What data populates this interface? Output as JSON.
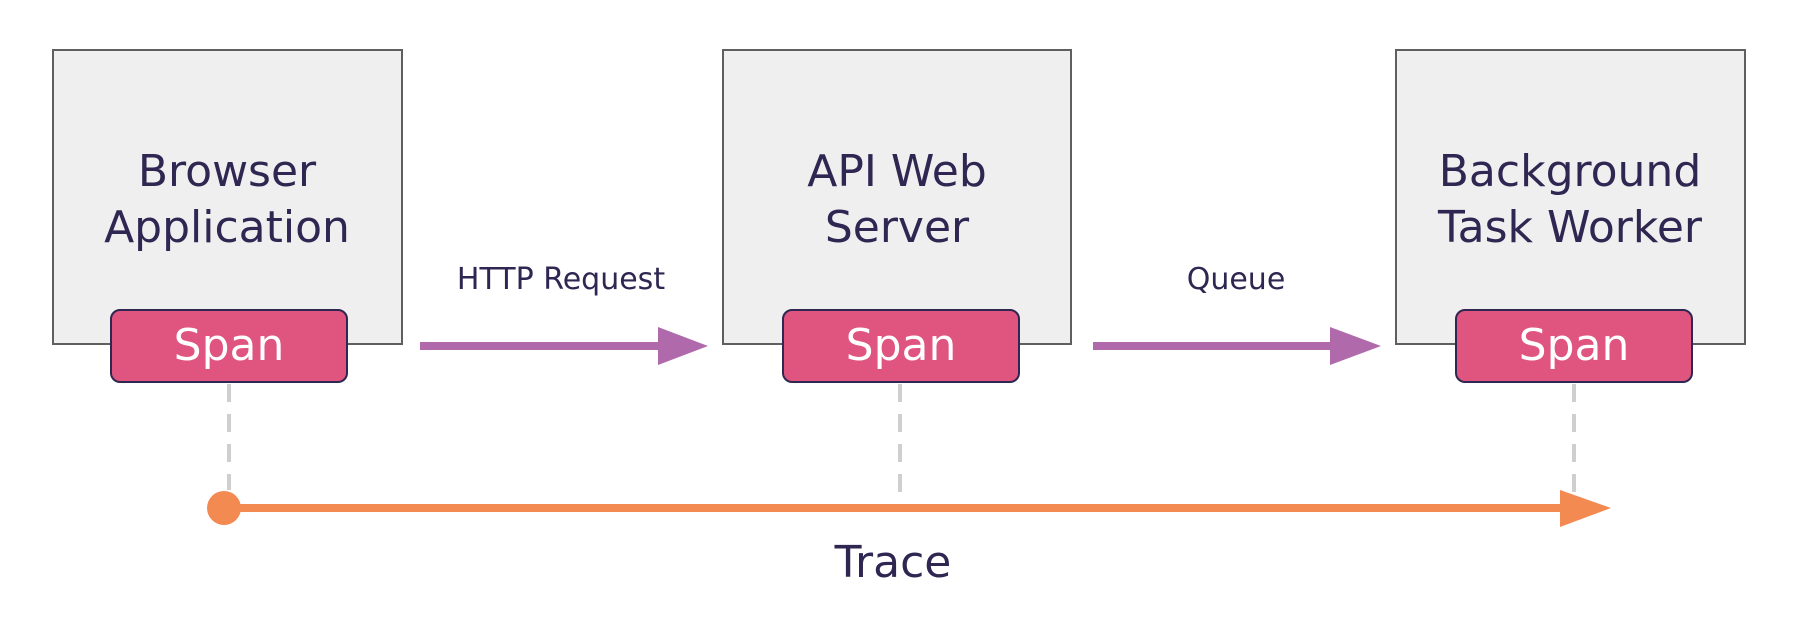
{
  "nodes": [
    {
      "title_lines": [
        "Browser",
        "Application"
      ],
      "span_label": "Span"
    },
    {
      "title_lines": [
        "API Web",
        "Server"
      ],
      "span_label": "Span"
    },
    {
      "title_lines": [
        "Background",
        "Task Worker"
      ],
      "span_label": "Span"
    }
  ],
  "edges": [
    {
      "label": "HTTP Request"
    },
    {
      "label": "Queue"
    }
  ],
  "trace": {
    "label": "Trace"
  },
  "colors": {
    "span_fill": "#e05580",
    "node_fill": "#efefef",
    "edge": "#b06aac",
    "trace": "#f28a52",
    "text": "#2f2651"
  }
}
